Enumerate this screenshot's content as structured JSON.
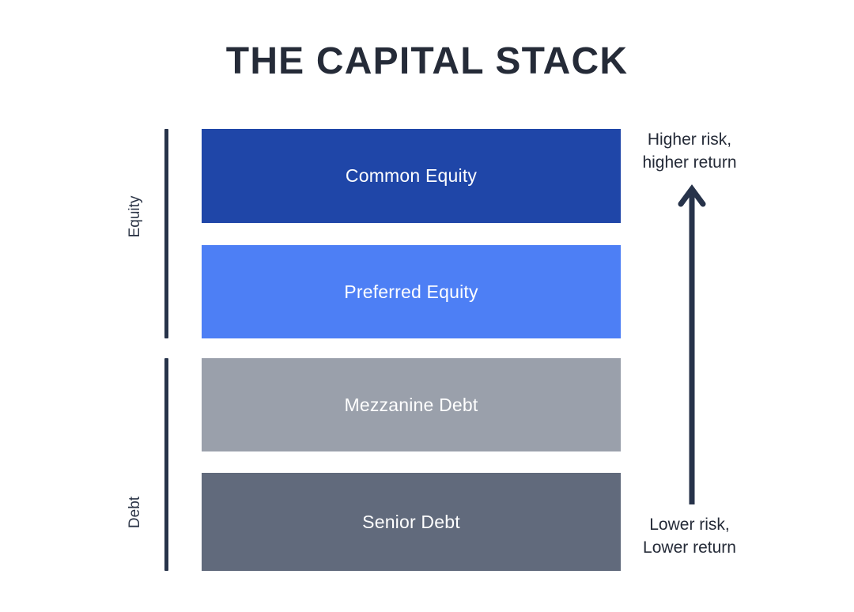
{
  "title": "THE CAPITAL STACK",
  "colors": {
    "title_text": "#252B38",
    "rule": "#27334A",
    "arrow": "#27334A",
    "bar_text": "#FFFFFF",
    "background": "#FFFFFF"
  },
  "groups": [
    {
      "label": "Equity"
    },
    {
      "label": "Debt"
    }
  ],
  "chart_data": {
    "type": "bar",
    "title": "THE CAPITAL STACK",
    "orientation": "stacked-horizontal-tiers",
    "categories": [
      "Common Equity",
      "Preferred Equity",
      "Mezzanine Debt",
      "Senior Debt"
    ],
    "legend_position": "none",
    "grid": false
  },
  "layers": [
    {
      "label": "Common Equity",
      "color": "#1F46A8",
      "group": "Equity"
    },
    {
      "label": "Preferred Equity",
      "color": "#4D7FF5",
      "group": "Equity"
    },
    {
      "label": "Mezzanine Debt",
      "color": "#9AA0AB",
      "group": "Debt"
    },
    {
      "label": "Senior Debt",
      "color": "#616A7C",
      "group": "Debt"
    }
  ],
  "annotations": {
    "top": {
      "line1": "Higher risk,",
      "line2": "higher return"
    },
    "bottom": {
      "line1": "Lower risk,",
      "line2": "Lower return"
    },
    "arrow_icon": "up-arrow-icon"
  }
}
